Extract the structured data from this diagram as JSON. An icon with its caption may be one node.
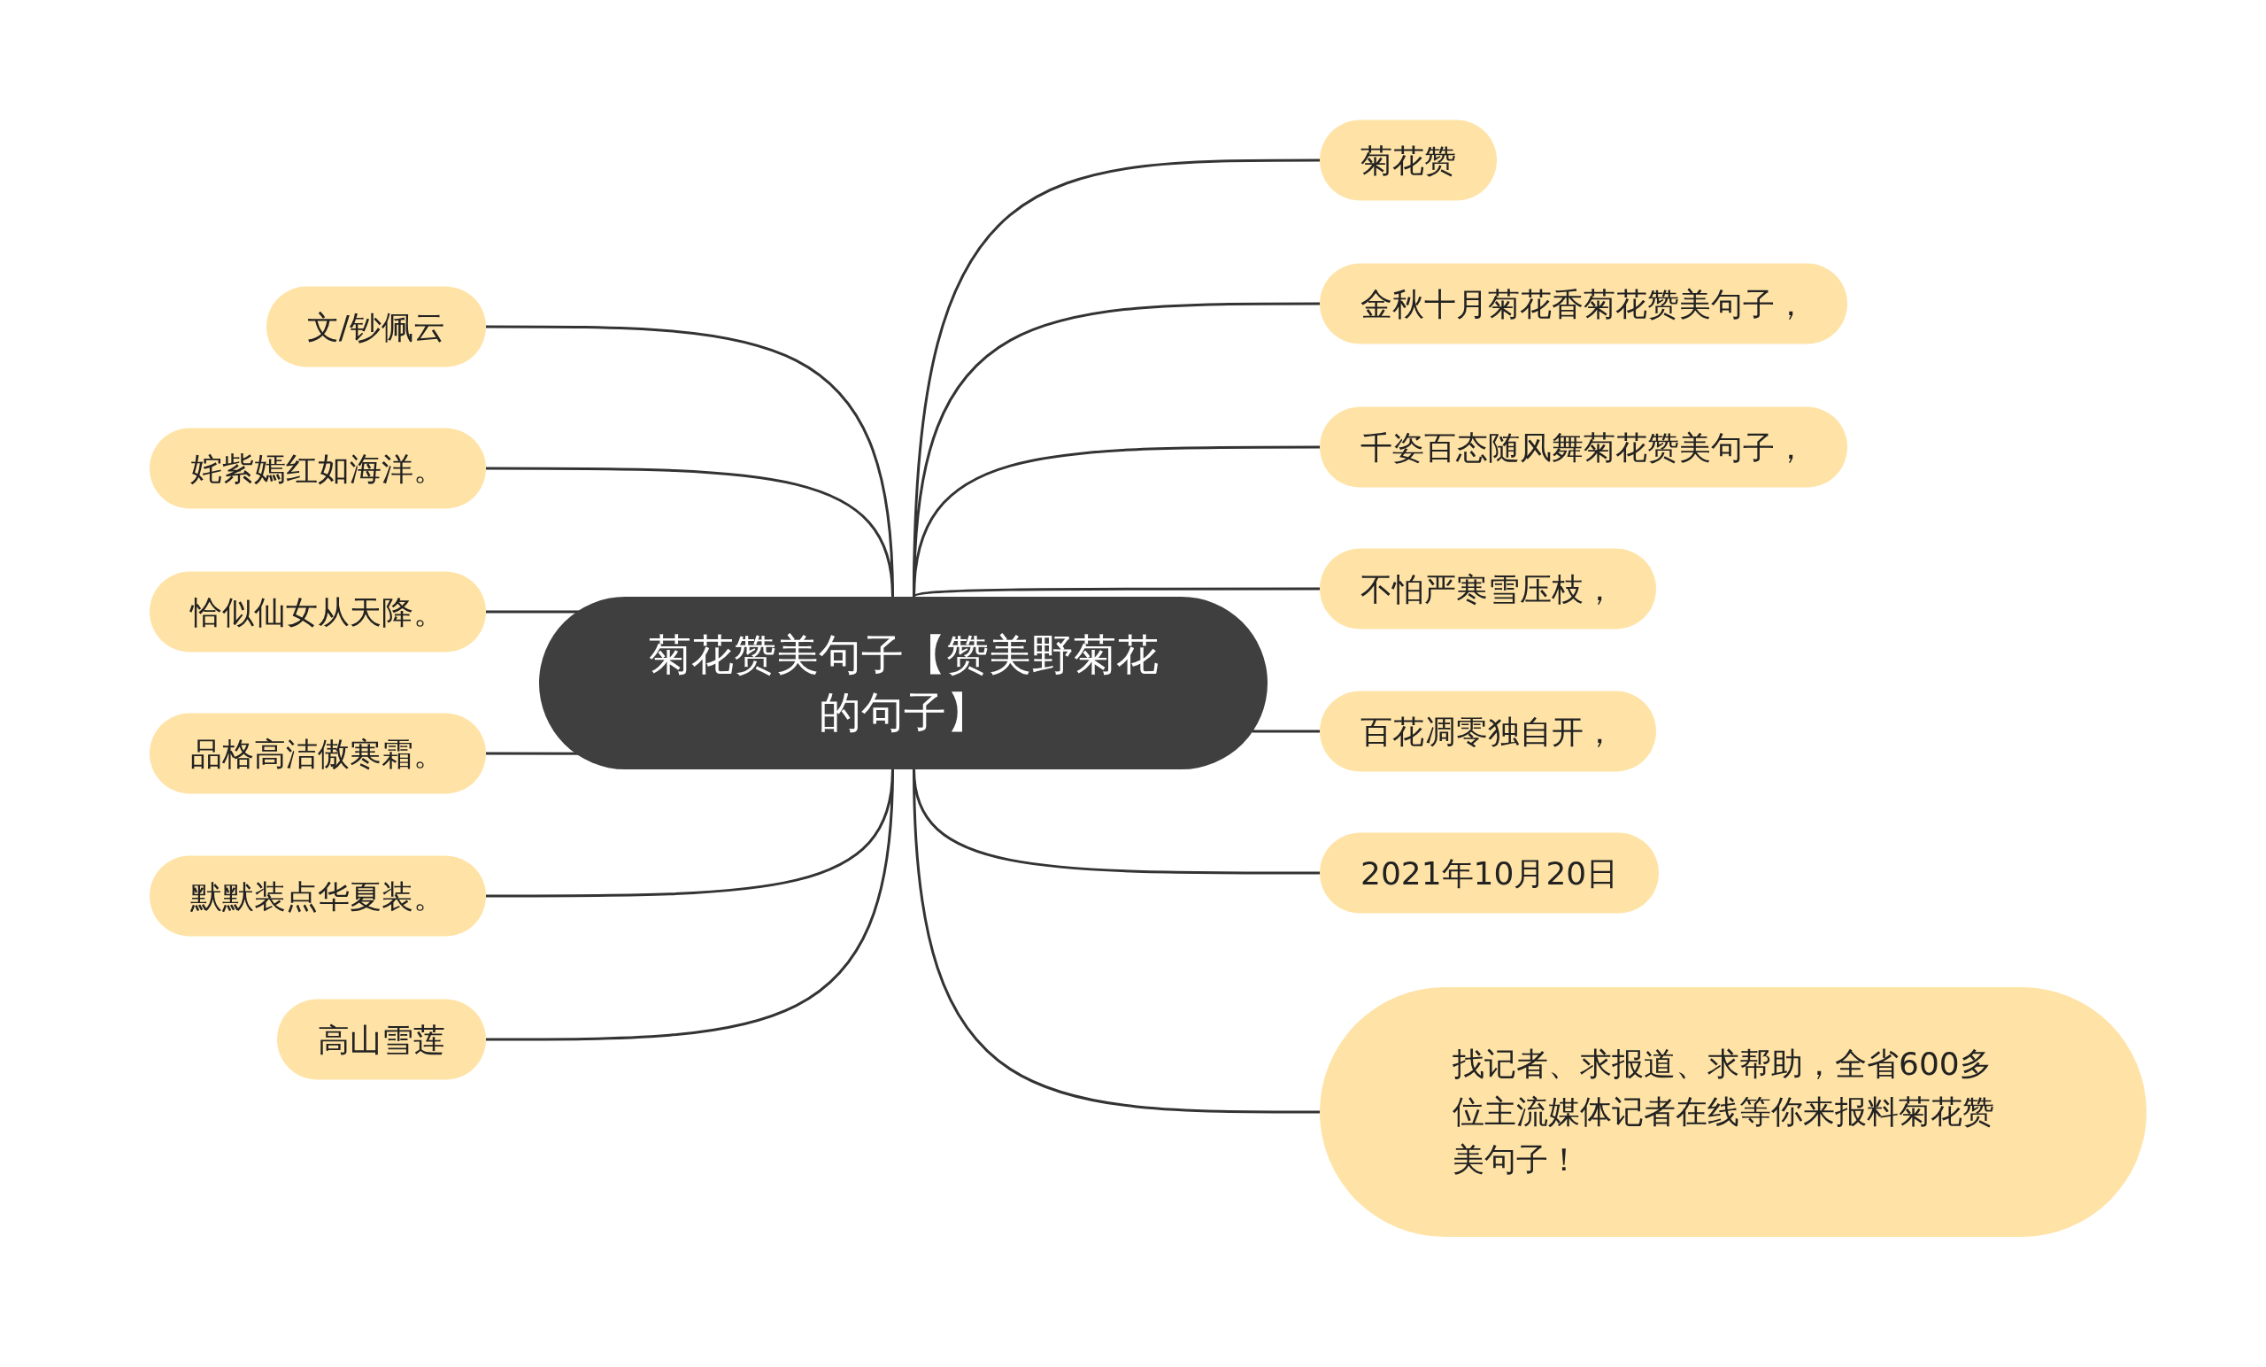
{
  "diagram": {
    "nodes": [
      {
        "text": [
          "菊花赞美句子【赞美野菊花的句子】"
        ]
      },
      {
        "text": [
          "菊花赞"
        ]
      },
      {
        "text": [
          "金秋十月菊花香菊花赞美句子，"
        ]
      },
      {
        "text": [
          "千姿百态随风舞菊花赞美句子，"
        ]
      },
      {
        "text": [
          "不怕严寒雪压枝，"
        ]
      },
      {
        "text": [
          "百花凋零独自开，"
        ]
      },
      {
        "text": [
          "2021年10月20日"
        ]
      },
      {
        "text": [
          "找记者、求报道、求帮助，全省600多位主流媒体记者在线等你来报料菊花赞美句子！"
        ]
      },
      {
        "text": [
          "文/钞佩云"
        ]
      },
      {
        "text": [
          "姹紫嫣红如海洋。"
        ]
      },
      {
        "text": [
          "恰似仙女从天降。"
        ]
      },
      {
        "text": [
          "品格高洁傲寒霜。"
        ]
      },
      {
        "text": [
          "默默装点华夏装。"
        ]
      },
      {
        "text": [
          "高山雪莲"
        ]
      }
    ],
    "edges": [
      {
        "from": 0,
        "to": 1,
        "arrow": "none"
      },
      {
        "from": 0,
        "to": 2,
        "arrow": "none"
      },
      {
        "from": 0,
        "to": 3,
        "arrow": "none"
      },
      {
        "from": 0,
        "to": 4,
        "arrow": "none"
      },
      {
        "from": 0,
        "to": 5,
        "arrow": "none"
      },
      {
        "from": 0,
        "to": 6,
        "arrow": "none"
      },
      {
        "from": 0,
        "to": 7,
        "arrow": "none"
      },
      {
        "from": 0,
        "to": 8,
        "arrow": "none"
      },
      {
        "from": 0,
        "to": 9,
        "arrow": "none"
      },
      {
        "from": 0,
        "to": 10,
        "arrow": "none"
      },
      {
        "from": 0,
        "to": 11,
        "arrow": "none"
      },
      {
        "from": 0,
        "to": 12,
        "arrow": "none"
      },
      {
        "from": 0,
        "to": 13,
        "arrow": "none"
      }
    ]
  }
}
